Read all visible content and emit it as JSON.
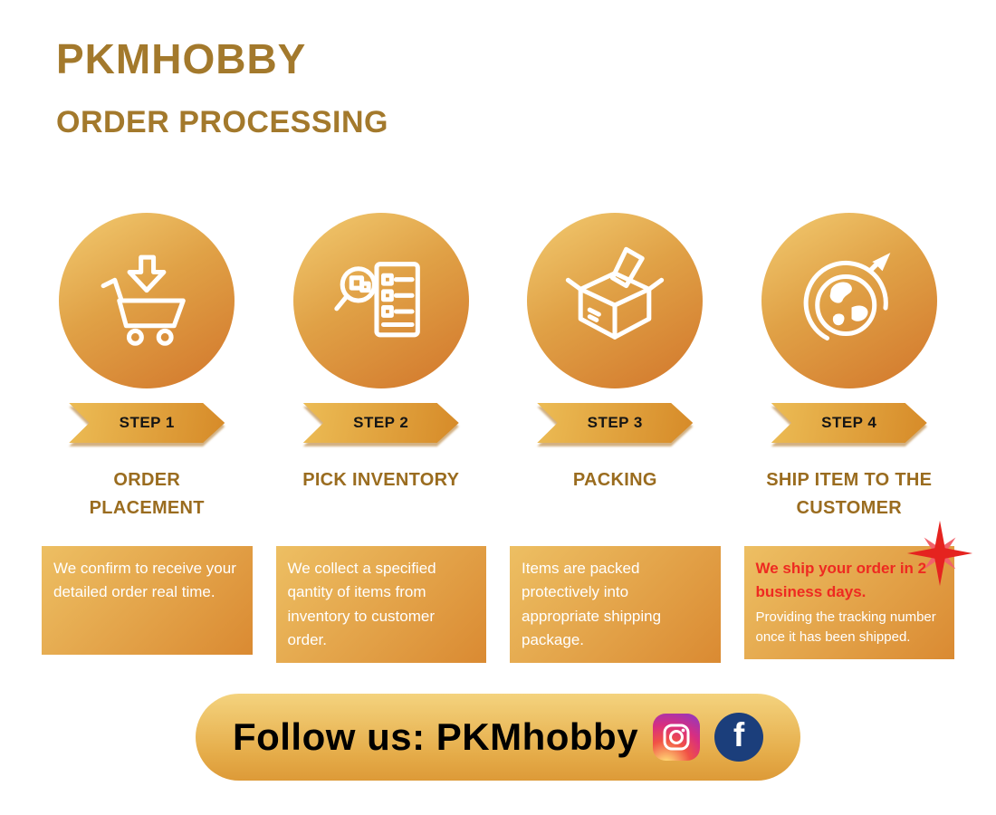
{
  "header": {
    "brand": "PKMHOBBY",
    "subtitle": "ORDER PROCESSING"
  },
  "steps": [
    {
      "step_label": "STEP 1",
      "title": "ORDER PLACEMENT",
      "description": "We confirm to receive your detailed order real time.",
      "icon": "cart-download-icon"
    },
    {
      "step_label": "STEP 2",
      "title": "PICK INVENTORY",
      "description": "We collect a specified qantity of items from inventory to customer order.",
      "icon": "inventory-checklist-icon"
    },
    {
      "step_label": "STEP 3",
      "title": "PACKING",
      "description": "Items are packed protectively into appropriate shipping package.",
      "icon": "packing-box-icon"
    },
    {
      "step_label": "STEP 4",
      "title": "SHIP ITEM TO THE CUSTOMER",
      "description_highlight": "We ship your order in 2 business days.",
      "description": "Providing the tracking number once it has been shipped.",
      "icon": "globe-airplane-icon"
    }
  ],
  "footer": {
    "label": "Follow us: PKMhobby",
    "facebook_letter": "f"
  },
  "colors": {
    "brand_text": "#A3792C",
    "accent_light": "#EFC468",
    "accent_dark": "#D2762B",
    "highlight_red": "#EE2A21",
    "facebook_blue": "#1B3E7B"
  }
}
